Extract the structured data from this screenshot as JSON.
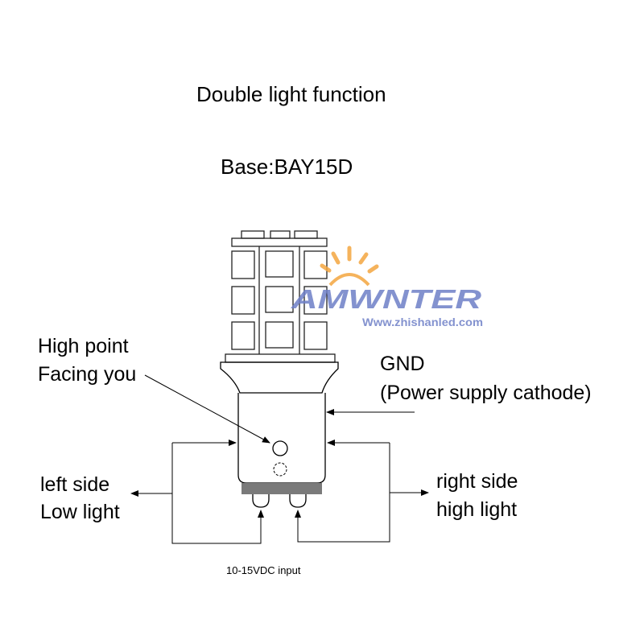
{
  "title": "Double light function",
  "base_label": "Base:BAY15D",
  "high_point": {
    "line1": "High point",
    "line2": "Facing you"
  },
  "gnd": {
    "line1": "GND",
    "line2": "(Power supply cathode)"
  },
  "left_side": {
    "line1": "left side",
    "line2": "Low light"
  },
  "right_side": {
    "line1": "right side",
    "line2": "high light"
  },
  "input_label": "10-15VDC input",
  "watermark": {
    "brand": "AMWNTER",
    "url": "Www.zhishanled.com"
  },
  "colors": {
    "line": "#000000",
    "led_outline": "#222222",
    "base_contact": "#7a7a7a",
    "watermark_blue": "#6e7fc7",
    "watermark_orange": "#f4a640"
  }
}
